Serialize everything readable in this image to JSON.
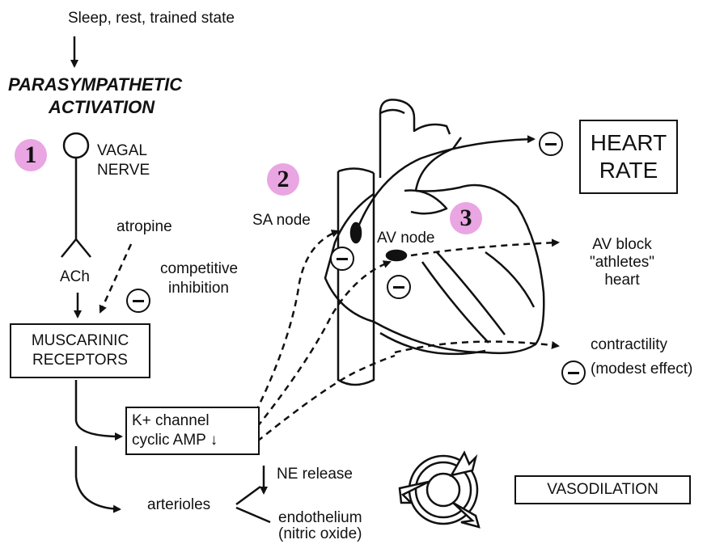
{
  "trigger": "Sleep, rest, trained state",
  "heading": {
    "line1": "PARASYMPATHETIC",
    "line2": "ACTIVATION"
  },
  "badges": [
    "1",
    "2",
    "3"
  ],
  "vagal_nerve": {
    "line1": "VAGAL",
    "line2": "NERVE"
  },
  "ach": "ACh",
  "atropine": "atropine",
  "competitive_inhibition": {
    "line1": "competitive",
    "line2": "inhibition"
  },
  "muscarinic_receptors": {
    "line1": "MUSCARINIC",
    "line2": "RECEPTORS"
  },
  "channel_box": {
    "line1": "K+ channel",
    "line2": "cyclic AMP"
  },
  "sa_node": "SA node",
  "av_node": "AV node",
  "heart_rate": {
    "line1": "HEART",
    "line2": "RATE"
  },
  "av_block": {
    "line1": "AV block",
    "line2": "\"athletes\"",
    "line3": "heart"
  },
  "contractility": {
    "line1": "contractility",
    "line2": "(modest effect)"
  },
  "ne_release": "NE release",
  "arterioles": "arterioles",
  "endothelium": {
    "line1": "endothelium",
    "line2": "(nitric oxide)"
  },
  "vasodilation": "VASODILATION",
  "colors": {
    "badge": "#e9a6e2",
    "ink": "#111111",
    "background": "#ffffff"
  },
  "icons": [
    "neuron-icon",
    "minus-sign-icon",
    "heart-illustration",
    "vessel-dilation-icon",
    "arrow-icon"
  ]
}
